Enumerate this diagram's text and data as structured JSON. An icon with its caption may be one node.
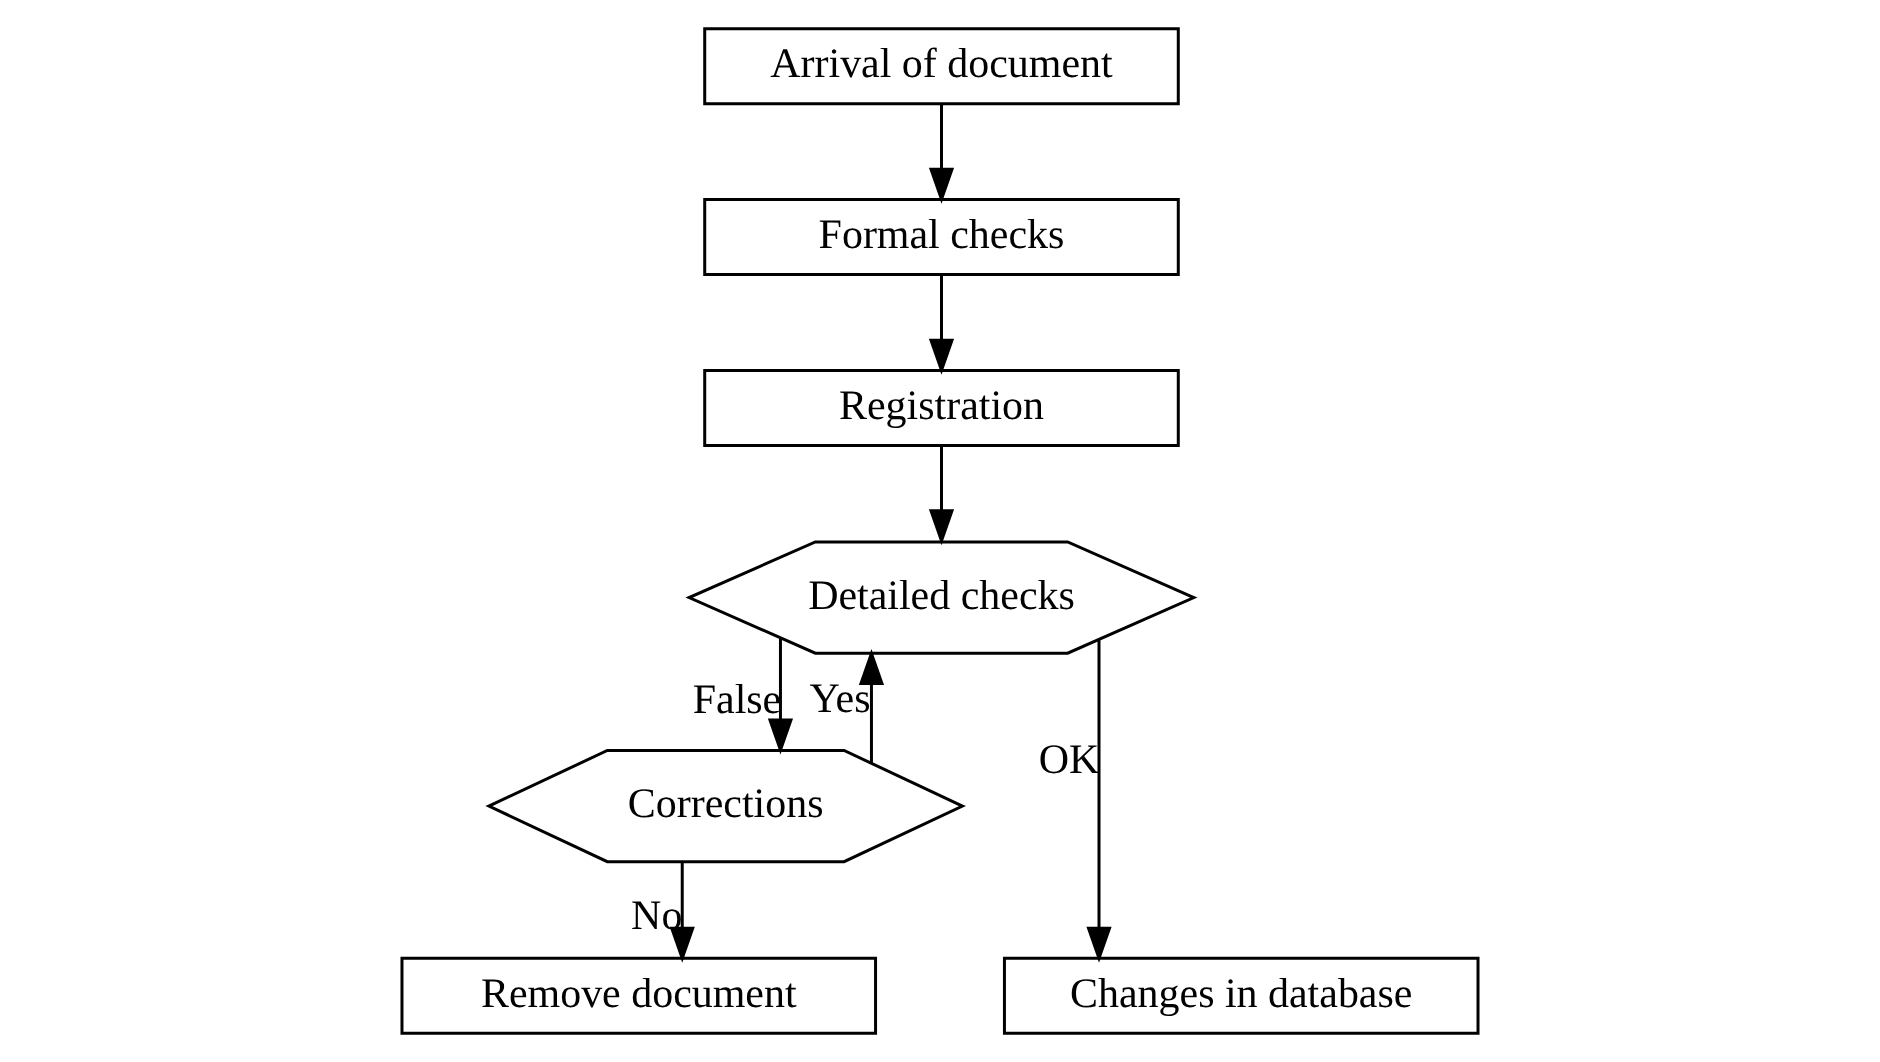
{
  "diagram": {
    "nodes": [
      {
        "text": [
          "Arrival of document"
        ]
      },
      {
        "text": [
          "Formal checks"
        ]
      },
      {
        "text": [
          "Registration"
        ]
      },
      {
        "text": [
          "Detailed checks"
        ]
      },
      {
        "text": [
          "Corrections"
        ]
      },
      {
        "text": [
          "Changes in database"
        ]
      },
      {
        "text": [
          "Remove document"
        ]
      }
    ],
    "edges": [
      {
        "from": 0,
        "to": 1,
        "arrow": "to"
      },
      {
        "from": 1,
        "to": 2,
        "arrow": "to"
      },
      {
        "from": 2,
        "to": 3,
        "arrow": "to"
      },
      {
        "from": 3,
        "to": 5,
        "arrow": "to",
        "label": "OK"
      },
      {
        "from": 3,
        "to": 4,
        "arrow": "to",
        "label": "False"
      },
      {
        "from": 4,
        "to": 6,
        "arrow": "to",
        "label": "No"
      },
      {
        "from": 4,
        "to": 3,
        "arrow": "to",
        "label": "Yes"
      }
    ]
  }
}
